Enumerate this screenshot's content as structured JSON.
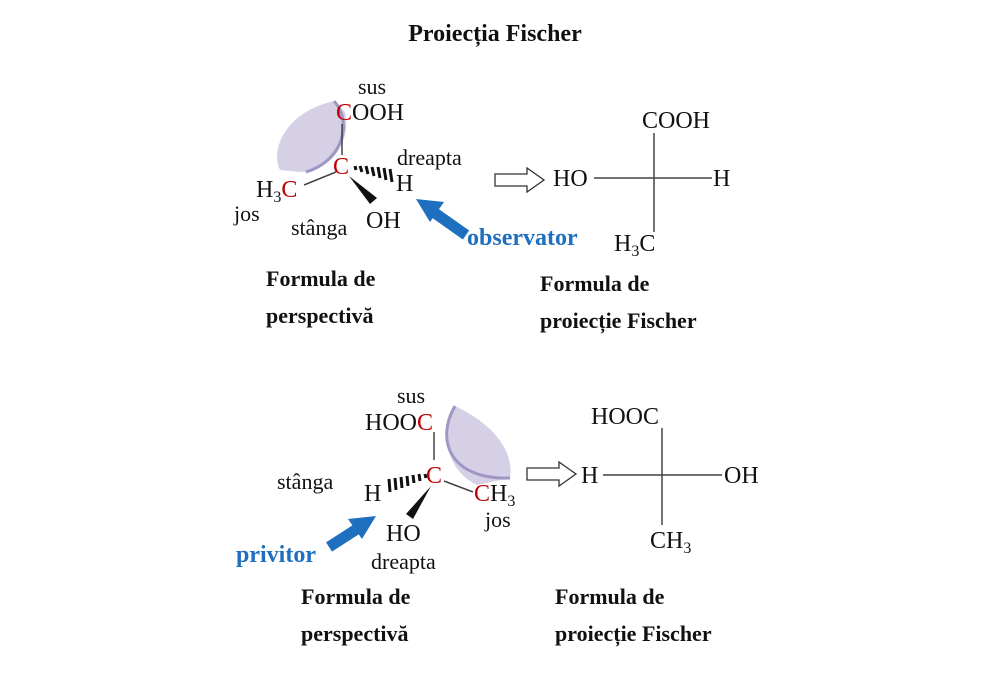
{
  "title": "Proiecția Fischer",
  "colors": {
    "carbon_red": "#c00000",
    "observer_blue": "#1f6fbf",
    "arrow_blue": "#1f6fbf",
    "lens_fill": "#d5d0e6",
    "lens_stroke": "#9f96c3"
  },
  "top": {
    "perspective": {
      "dir_up": "sus",
      "dir_right": "dreapta",
      "dir_down": "jos",
      "dir_left": "stânga",
      "top_group_c": "C",
      "top_group_rest": "OOH",
      "center_c": "C",
      "right_h": "H",
      "left_h3": "H",
      "left_sub": "3",
      "left_c": "C",
      "bottom_oh": "OH"
    },
    "observer_label": "observator",
    "perspective_caption_line1": "Formula de",
    "perspective_caption_line2": "perspectivă",
    "fischer": {
      "top": "COOH",
      "left": "HO",
      "right": "H",
      "bottom_h": "H",
      "bottom_sub": "3",
      "bottom_c": "C"
    },
    "fischer_caption_line1": "Formula de",
    "fischer_caption_line2": "proiecție Fischer"
  },
  "bottom": {
    "perspective": {
      "dir_up": "sus",
      "dir_left": "stânga",
      "dir_down": "jos",
      "dir_right": "dreapta",
      "top_group_rest": "HOO",
      "top_group_c": "C",
      "center_c": "C",
      "left_h": "H",
      "right_c": "C",
      "right_rest": "H",
      "right_sub": "3",
      "bottom_ho": "HO"
    },
    "observer_label": "privitor",
    "perspective_caption_line1": "Formula de",
    "perspective_caption_line2": "perspectivă",
    "fischer": {
      "top": "HOOC",
      "left": "H",
      "right": "OH",
      "bottom_ch": "CH",
      "bottom_sub": "3"
    },
    "fischer_caption_line1": "Formula de",
    "fischer_caption_line2": "proiecție Fischer"
  }
}
